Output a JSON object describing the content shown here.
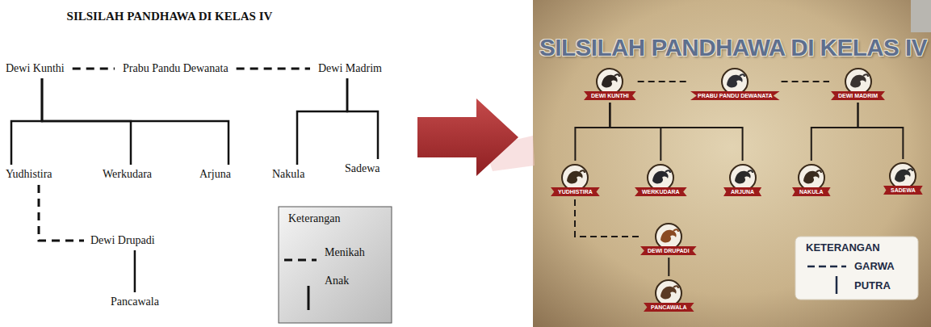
{
  "diagram": {
    "title": "SILSILAH PANDHAWA DI KELAS IV",
    "nodes": [
      {
        "text": [
          "Dewi Kunthi"
        ]
      },
      {
        "text": [
          "Prabu Pandu Dewanata"
        ]
      },
      {
        "text": [
          "Dewi Madrim"
        ]
      },
      {
        "text": [
          "Yudhistira"
        ]
      },
      {
        "text": [
          "Werkudara"
        ]
      },
      {
        "text": [
          "Arjuna"
        ]
      },
      {
        "text": [
          "Nakula"
        ]
      },
      {
        "text": [
          "Sadewa"
        ]
      },
      {
        "text": [
          "Dewi Drupadi"
        ]
      },
      {
        "text": [
          "Pancawala"
        ]
      },
      {
        "text": [
          "DEWI KUNTHI"
        ]
      },
      {
        "text": [
          "PRABU PANDU DEWANATA"
        ]
      },
      {
        "text": [
          "DEWI MADRIM"
        ]
      },
      {
        "text": [
          "YUDHISTIRA"
        ]
      },
      {
        "text": [
          "WERKUDARA"
        ]
      },
      {
        "text": [
          "ARJUNA"
        ]
      },
      {
        "text": [
          "NAKULA"
        ]
      },
      {
        "text": [
          "SADEWA"
        ]
      },
      {
        "text": [
          "DEWI DRUPADI"
        ]
      },
      {
        "text": [
          "PANCAWALA"
        ]
      }
    ],
    "edges": [
      {
        "from": 0,
        "to": 1,
        "arrow": "none"
      },
      {
        "from": 1,
        "to": 2,
        "arrow": "none"
      },
      {
        "from": 0,
        "to": 3,
        "arrow": "none"
      },
      {
        "from": 0,
        "to": 4,
        "arrow": "none"
      },
      {
        "from": 0,
        "to": 5,
        "arrow": "none"
      },
      {
        "from": 2,
        "to": 6,
        "arrow": "none"
      },
      {
        "from": 2,
        "to": 7,
        "arrow": "none"
      },
      {
        "from": 3,
        "to": 8,
        "arrow": "none"
      },
      {
        "from": 8,
        "to": 9,
        "arrow": "none"
      },
      {
        "from": 10,
        "to": 11,
        "arrow": "none"
      },
      {
        "from": 11,
        "to": 12,
        "arrow": "none"
      },
      {
        "from": 10,
        "to": 13,
        "arrow": "none"
      },
      {
        "from": 10,
        "to": 14,
        "arrow": "none"
      },
      {
        "from": 10,
        "to": 15,
        "arrow": "none"
      },
      {
        "from": 12,
        "to": 16,
        "arrow": "none"
      },
      {
        "from": 12,
        "to": 17,
        "arrow": "none"
      },
      {
        "from": 13,
        "to": 18,
        "arrow": "none"
      },
      {
        "from": 18,
        "to": 19,
        "arrow": "none"
      }
    ],
    "labels": [
      "SILSILAH PANDHAWA DI KELAS IV",
      "Keterangan",
      "KETERANGAN"
    ],
    "legend": [
      {
        "text": "Menikah"
      },
      {
        "text": "Anak"
      },
      {
        "text": "GARWA"
      },
      {
        "text": "PUTRA"
      }
    ]
  }
}
